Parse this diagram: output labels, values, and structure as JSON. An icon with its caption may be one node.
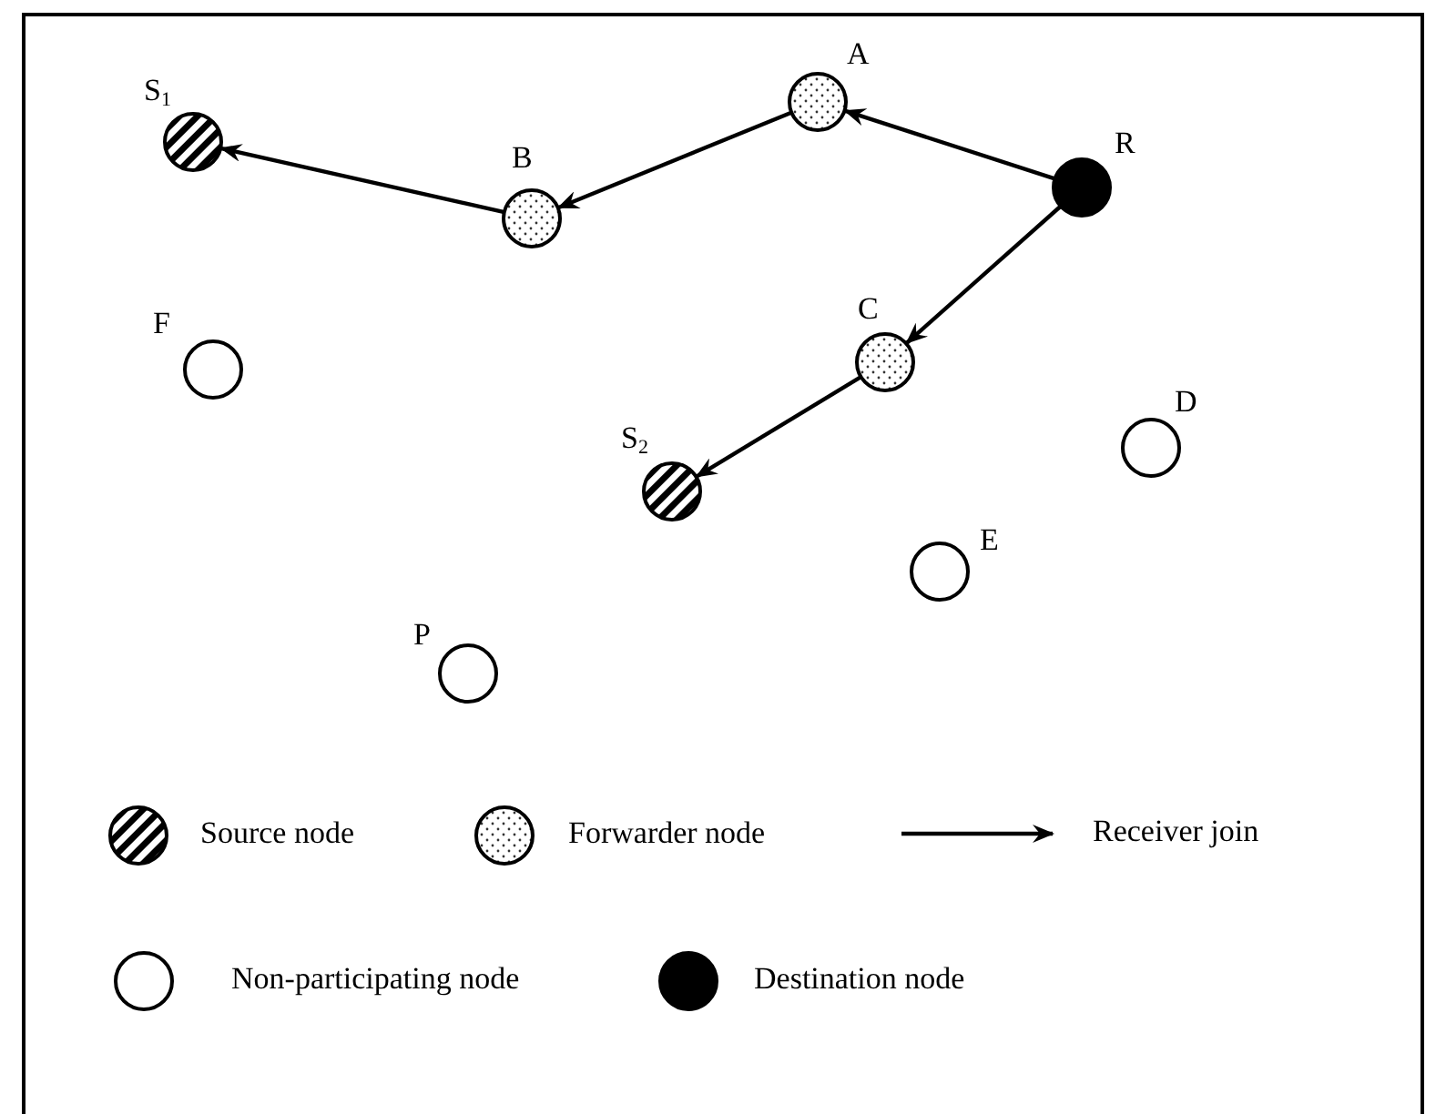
{
  "diagram": {
    "nodes": [
      {
        "text": [
          "S$_{1}$"
        ]
      },
      {
        "text": [
          "B"
        ]
      },
      {
        "text": [
          "A"
        ]
      },
      {
        "text": [
          "R"
        ]
      },
      {
        "text": [
          "C"
        ]
      },
      {
        "text": [
          "F"
        ]
      },
      {
        "text": [
          "S$_{2}$"
        ]
      },
      {
        "text": [
          "D"
        ]
      },
      {
        "text": [
          "E"
        ]
      },
      {
        "text": [
          "P"
        ]
      }
    ],
    "edges": [
      {
        "from": 3,
        "to": 2,
        "arrow": "to"
      },
      {
        "from": 2,
        "to": 1,
        "arrow": "to"
      },
      {
        "from": 1,
        "to": 0,
        "arrow": "to"
      },
      {
        "from": 3,
        "to": 4,
        "arrow": "to"
      },
      {
        "from": 4,
        "to": 6,
        "arrow": "to"
      }
    ],
    "legend": [
      {
        "text": "Source node"
      },
      {
        "text": "Forwarder node"
      },
      {
        "text": "Receiver join"
      },
      {
        "text": "Non-participating node"
      },
      {
        "text": "Destination node"
      }
    ]
  }
}
